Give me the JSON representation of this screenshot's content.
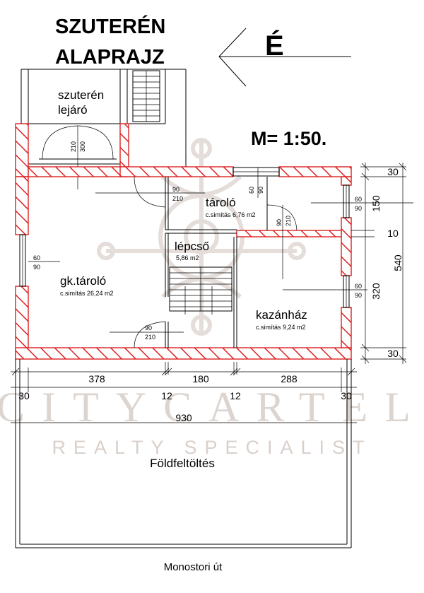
{
  "title": {
    "line1": "SZUTERÉN",
    "line2": "ALAPRAJZ"
  },
  "north_label": "É",
  "scale": "M= 1:50.",
  "watermark": {
    "brand": "CITYCARTEL",
    "tagline": "REALTY SPECIALIST"
  },
  "colors": {
    "wall_hatch": "#dd2222",
    "watermark": "#dcd4cf",
    "lines": "#000000"
  },
  "rooms": [
    {
      "name": "szuterén",
      "name2": "lejáró"
    },
    {
      "name": "tároló",
      "area": "c.simítás 6,76 m2"
    },
    {
      "name": "lépcső",
      "area": "5,86 m2"
    },
    {
      "name": "gk.tároló",
      "area": "c.simítás 26,24 m2"
    },
    {
      "name": "kazánház",
      "area": "c.simítás 9,24 m2"
    }
  ],
  "openings": {
    "entry_door": {
      "w": "210",
      "h": "300"
    },
    "door_gk_top": {
      "w": "90",
      "h": "210"
    },
    "door_gk_bottom": {
      "w": "90",
      "h": "210"
    },
    "door_taroló": {
      "w": "90",
      "h": "210"
    },
    "window_top": {
      "w": "60",
      "h": "90"
    },
    "window_left": {
      "w": "60",
      "h": "90"
    },
    "window_right_top": {
      "w": "60",
      "h": "90"
    },
    "window_right_bottom": {
      "w": "60",
      "h": "90"
    }
  },
  "dimensions": {
    "horizontal_top": [
      "378",
      "180",
      "288"
    ],
    "horizontal_bottom": [
      "30",
      "12",
      "12",
      "30"
    ],
    "total_width": "930",
    "vertical": [
      "30",
      "150",
      "10",
      "320",
      "30"
    ],
    "vertical_total": "540"
  },
  "fill_label": "Földfeltöltés",
  "street": "Monostori út"
}
